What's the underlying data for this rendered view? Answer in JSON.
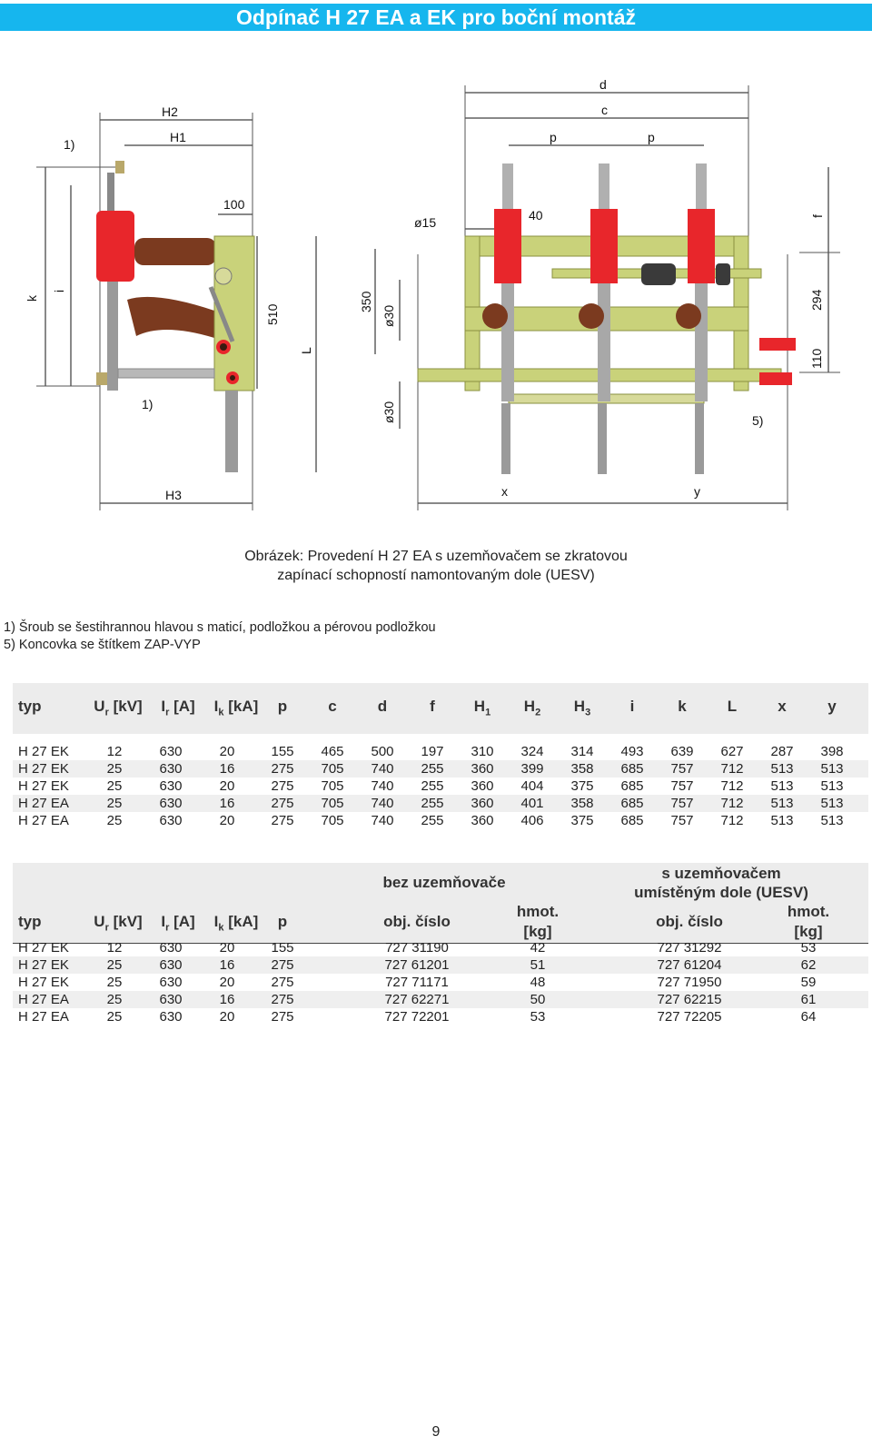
{
  "title": "Odpínač H 27 EA a EK pro boční montáž",
  "drawing_labels": {
    "H2": "H2",
    "H1": "H1",
    "note1_top": "1)",
    "d": "d",
    "c": "c",
    "p1": "p",
    "p2": "p",
    "dim100": "100",
    "phi15": "ø15",
    "dim40": "40",
    "f": "f",
    "k": "k",
    "i": "i",
    "dim510": "510",
    "L": "L",
    "dim350": "350",
    "phi30a": "ø30",
    "dim294": "294",
    "dim110": "110",
    "note1_bottom": "1)",
    "phi30b": "ø30",
    "note5": "5)",
    "H3": "H3",
    "x": "x",
    "y": "y"
  },
  "caption": {
    "line1": "Obrázek: Provedení H 27 EA s uzemňovačem se zkratovou",
    "line2": "zapínací schopností namontovaným dole (UESV)"
  },
  "notes": [
    "1) Šroub se šestihrannou hlavou s maticí, podložkou a pérovou podložkou",
    "5) Koncovka se štítkem ZAP-VYP"
  ],
  "table1": {
    "headers": [
      {
        "main": "typ",
        "sub": ""
      },
      {
        "main": "U",
        "sub": "r",
        "tail": " [kV]"
      },
      {
        "main": "I",
        "sub": "r",
        "tail": " [A]"
      },
      {
        "main": "I",
        "sub": "k",
        "tail": " [kA]"
      },
      {
        "main": "p",
        "sub": ""
      },
      {
        "main": "c",
        "sub": ""
      },
      {
        "main": "d",
        "sub": ""
      },
      {
        "main": "f",
        "sub": ""
      },
      {
        "main": "H",
        "sub": "1"
      },
      {
        "main": "H",
        "sub": "2"
      },
      {
        "main": "H",
        "sub": "3"
      },
      {
        "main": "i",
        "sub": ""
      },
      {
        "main": "k",
        "sub": ""
      },
      {
        "main": "L",
        "sub": ""
      },
      {
        "main": "x",
        "sub": ""
      },
      {
        "main": "y",
        "sub": ""
      }
    ],
    "rows": [
      [
        "H 27 EK",
        "12",
        "630",
        "20",
        "155",
        "465",
        "500",
        "197",
        "310",
        "324",
        "314",
        "493",
        "639",
        "627",
        "287",
        "398"
      ],
      [
        "H 27 EK",
        "25",
        "630",
        "16",
        "275",
        "705",
        "740",
        "255",
        "360",
        "399",
        "358",
        "685",
        "757",
        "712",
        "513",
        "513"
      ],
      [
        "H 27 EK",
        "25",
        "630",
        "20",
        "275",
        "705",
        "740",
        "255",
        "360",
        "404",
        "375",
        "685",
        "757",
        "712",
        "513",
        "513"
      ],
      [
        "H 27 EA",
        "25",
        "630",
        "16",
        "275",
        "705",
        "740",
        "255",
        "360",
        "401",
        "358",
        "685",
        "757",
        "712",
        "513",
        "513"
      ],
      [
        "H 27 EA",
        "25",
        "630",
        "20",
        "275",
        "705",
        "740",
        "255",
        "360",
        "406",
        "375",
        "685",
        "757",
        "712",
        "513",
        "513"
      ]
    ]
  },
  "table2": {
    "group1": "bez uzemňovače",
    "group2_line1": "s uzemňovačem",
    "group2_line2": "umístěným dole (UESV)",
    "h_typ": "typ",
    "h_ur": "U",
    "h_ur_sub": "r",
    "h_ur_tail": " [kV]",
    "h_ir": "I",
    "h_ir_sub": "r",
    "h_ir_tail": " [A]",
    "h_ik": "I",
    "h_ik_sub": "k",
    "h_ik_tail": " [kA]",
    "h_p": "p",
    "h_obj1": "obj. číslo",
    "h_hmot1_a": "hmot.",
    "h_hmot1_b": "[kg]",
    "h_obj2": "obj. číslo",
    "h_hmot2_a": "hmot.",
    "h_hmot2_b": "[kg]",
    "rows": [
      [
        "H 27 EK",
        "12",
        "630",
        "20",
        "155",
        "727 31190",
        "42",
        "727 31292",
        "53"
      ],
      [
        "H 27 EK",
        "25",
        "630",
        "16",
        "275",
        "727 61201",
        "51",
        "727 61204",
        "62"
      ],
      [
        "H 27 EK",
        "25",
        "630",
        "20",
        "275",
        "727 71171",
        "48",
        "727 71950",
        "59"
      ],
      [
        "H 27 EA",
        "25",
        "630",
        "16",
        "275",
        "727 62271",
        "50",
        "727 62215",
        "61"
      ],
      [
        "H 27 EA",
        "25",
        "630",
        "20",
        "275",
        "727 72201",
        "53",
        "727 72205",
        "64"
      ]
    ]
  },
  "page_number": "9",
  "colors": {
    "title_bg": "#16b6ee",
    "frame_yellow": "#c9d27a",
    "insulator_red": "#e8262b",
    "insulator_brown": "#7b3a1f",
    "grey": "#9a9a9a"
  }
}
